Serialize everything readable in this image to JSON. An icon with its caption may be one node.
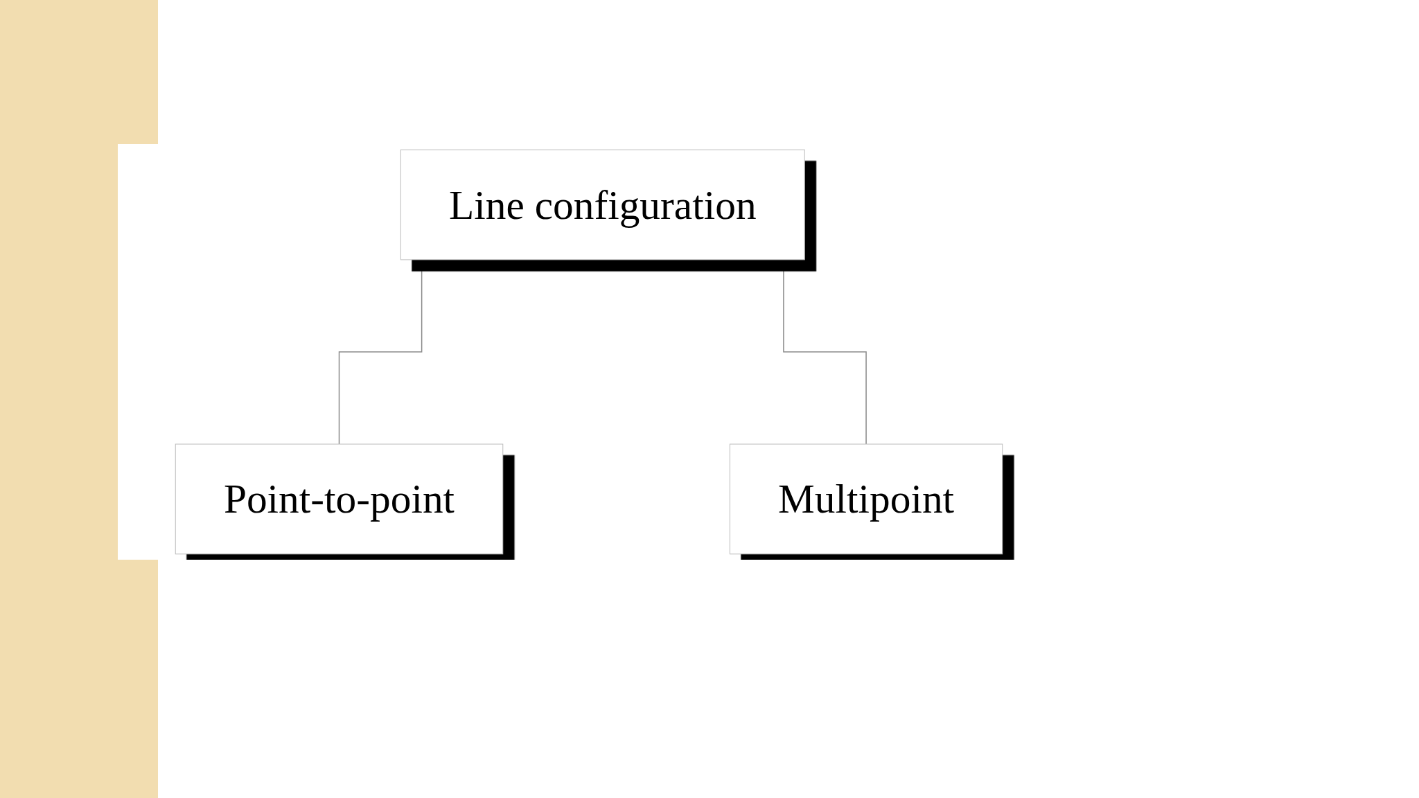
{
  "diagram": {
    "nodes": [
      {
        "text": [
          "Line configuration"
        ]
      },
      {
        "text": [
          "Point-to-point"
        ]
      },
      {
        "text": [
          "Multipoint"
        ]
      }
    ],
    "edges": [
      {
        "from": 0,
        "to": 1,
        "arrow": "none"
      },
      {
        "from": 0,
        "to": 2,
        "arrow": "none"
      }
    ]
  }
}
